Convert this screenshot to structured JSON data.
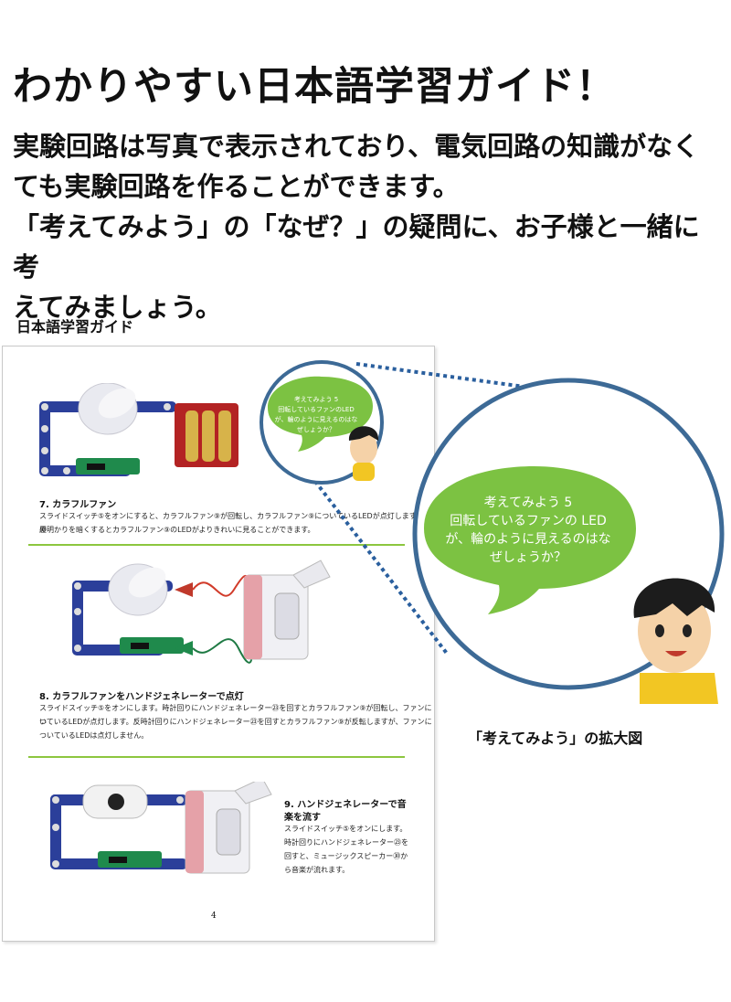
{
  "headline": "わかりやすい日本語学習ガイド！",
  "intro": {
    "line1": "実験回路は写真で表示されており、電気回路の知識がなく",
    "line2": "ても実験回路を作ることができます。",
    "line3": "「考えてみよう」の「なぜ？」の疑問に、お子様と一緒に考",
    "line4": "えてみましょう。"
  },
  "guide_label": "日本語学習ガイド",
  "manual_page": {
    "step7": {
      "title": "7. カラフルファン",
      "body1": "スライドスイッチ⑤をオンにすると、カラフルファン⑨が回転し、カラフルファン⑨についているLEDが点灯します。部屋",
      "body2": "の明かりを暗くするとカラフルファン⑨のLEDがよりきれいに見ることができます。"
    },
    "step8": {
      "title": "8. カラフルファンをハンドジェネレーターで点灯",
      "body1": "スライドスイッチ⑤をオンにします。時計回りにハンドジェネレーター㉓を回すとカラフルファン⑨が回転し、ファンにつ",
      "body2": "いているLEDが点灯します。反時計回りにハンドジェネレーター㉓を回すとカラフルファン⑨が反転しますが、ファンに",
      "body3": "ついているLEDは点灯しません。"
    },
    "step9": {
      "title1": "9. ハンドジェネレーターで音",
      "title2": "楽を流す",
      "body1": "スライドスイッチ⑤をオンにします。",
      "body2": "時計回りにハンドジェネレーター㉓を",
      "body3": "回すと、ミュージックスピーカー㉚か",
      "body4": "ら音楽が流れます。"
    },
    "page_number": "4"
  },
  "bubble_small": {
    "line1": "考えてみよう 5",
    "line2": "回転しているファンのLED",
    "line3": "が、輪のように見えるのはな",
    "line4": "ぜしょうか？"
  },
  "bubble_large": {
    "line1": "考えてみよう 5",
    "line2": "回転しているファンの LED",
    "line3": "が、輪のように見えるのはな",
    "line4": "ぜしょうか？"
  },
  "zoom_caption": "「考えてみよう」の拡大図",
  "colors": {
    "bubble_green": "#7cc242",
    "circle_border": "#3d6a96",
    "dotted_line": "#2a5f9e",
    "divider_green": "#8cc63f",
    "circuit_blue": "#2b3f9a",
    "battery_red": "#b32323"
  }
}
